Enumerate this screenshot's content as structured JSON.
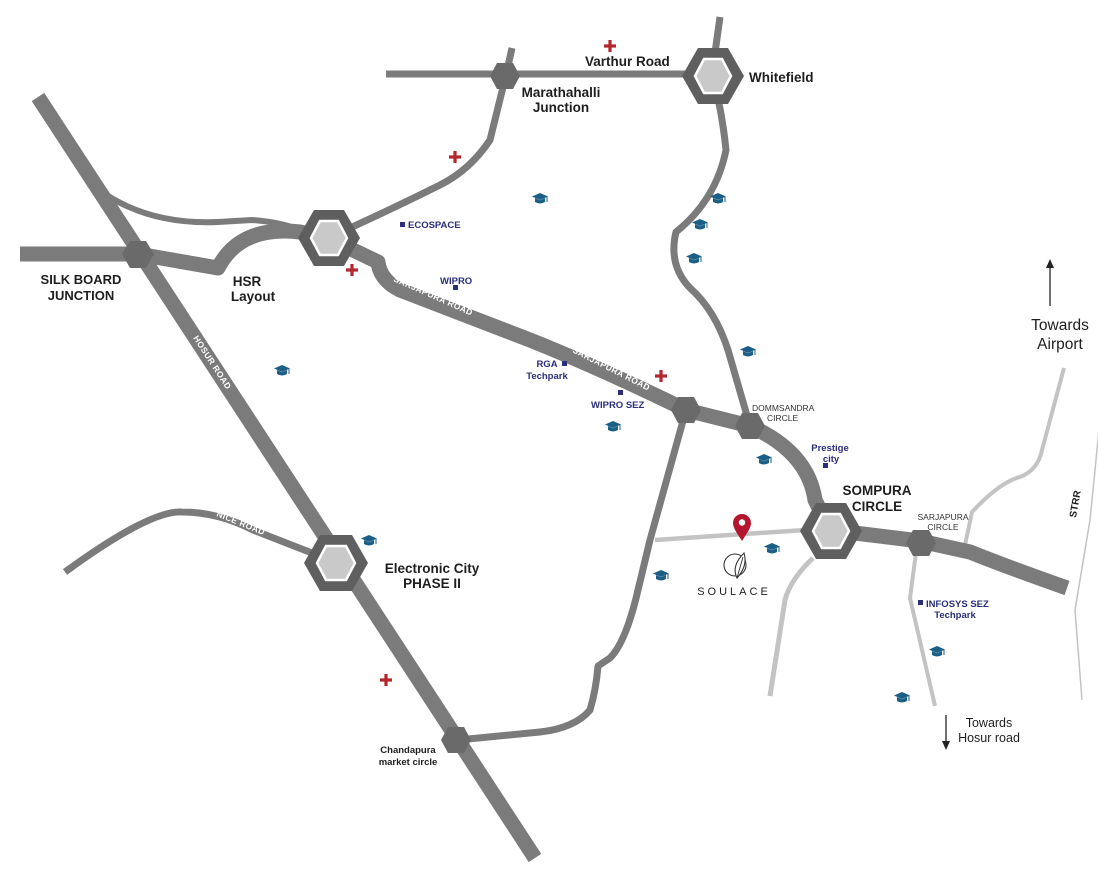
{
  "brand": {
    "name": "SOULACE"
  },
  "places": {
    "varthur_road": "Varthur Road",
    "whitefield": "Whitefield",
    "marathahalli_l1": "Marathahalli",
    "marathahalli_l2": "Junction",
    "silk_board_l1": "SILK BOARD",
    "silk_board_l2": "JUNCTION",
    "hsr_l1": "HSR",
    "hsr_l2": "Layout",
    "ecospace": "ECOSPACE",
    "wipro": "WIPRO",
    "rga_l1": "RGA",
    "rga_l2": "Techpark",
    "wipro_sez": "WIPRO SEZ",
    "dommsandra_l1": "DOMMSANDRA",
    "dommsandra_l2": "CIRCLE",
    "prestige_l1": "Prestige",
    "prestige_l2": "city",
    "sompura_l1": "SOMPURA",
    "sompura_l2": "CIRCLE",
    "sarjapura_circle_l1": "SARJAPURA",
    "sarjapura_circle_l2": "CIRCLE",
    "infosys_l1": "INFOSYS SEZ",
    "infosys_l2": "Techpark",
    "ecity_l1": "Electronic City",
    "ecity_l2": "PHASE II",
    "chandapura_l1": "Chandapura",
    "chandapura_l2": "market circle",
    "towards_airport_l1": "Towards",
    "towards_airport_l2": "Airport",
    "towards_hosur_l1": "Towards",
    "towards_hosur_l2": "Hosur road"
  },
  "roads": {
    "hosur_road": "HOSUR ROAD",
    "sarjapura_road_1": "SARJAPURA ROAD",
    "sarjapura_road_2": "SARJAPURA ROAD",
    "nice_road": "NICE ROAD",
    "strr": "STRR"
  },
  "colors": {
    "road": "#7b7b7b",
    "road_light": "#c3c3c3",
    "hex_outer": "#5f5f5f",
    "hex_inner": "#c9c9c9",
    "hospital": "#b3262d",
    "school": "#1b5e86",
    "office": "#2b2e7d",
    "pin": "#b5162f",
    "strr": "#2f7fa8"
  },
  "legend_icons": {
    "hospital": "hospital-cross-icon",
    "school": "graduation-cap-icon",
    "office": "office-square-icon",
    "location": "location-pin-icon"
  }
}
